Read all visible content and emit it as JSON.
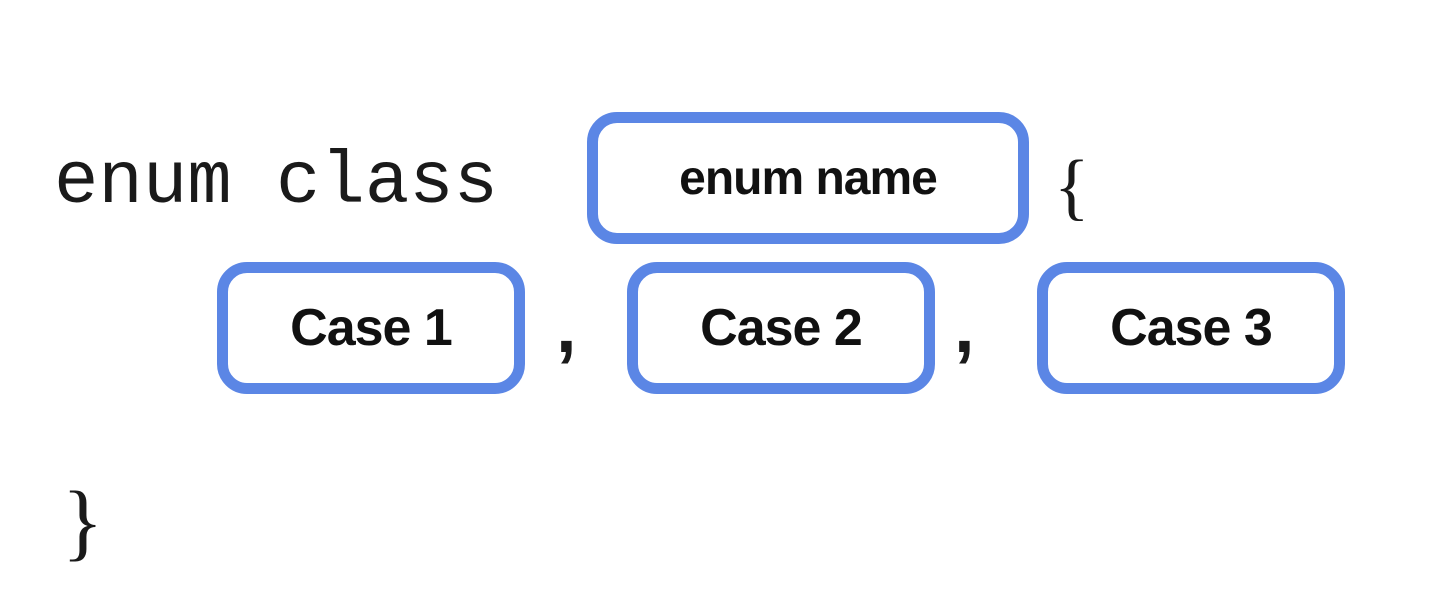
{
  "code": {
    "keyword": "enum class",
    "open_brace": "{",
    "close_brace": "}",
    "separator": ","
  },
  "placeholders": {
    "name": "enum name",
    "cases": [
      "Case 1",
      "Case 2",
      "Case 3"
    ]
  },
  "colors": {
    "box_border": "#5b86e5",
    "text": "#111111",
    "background": "#ffffff"
  }
}
